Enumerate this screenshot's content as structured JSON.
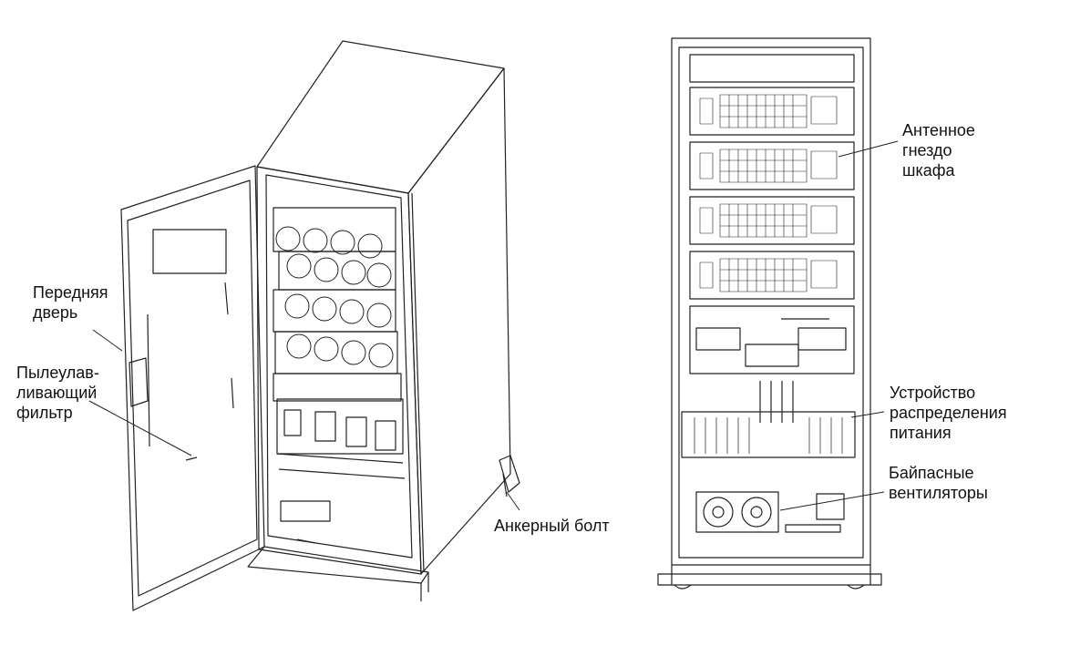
{
  "labels": {
    "front_door": [
      "Передняя",
      "дверь"
    ],
    "dust_filter": [
      "Пылеулав-",
      "ливающий",
      "фильтр"
    ],
    "anchor_bolt": [
      "Анкерный болт"
    ],
    "cabinet_socket": [
      "Антенное",
      "гнездо",
      "шкафа"
    ],
    "power_distribution": [
      "Устройство",
      "распределения",
      "питания"
    ],
    "bypass_fans": [
      "Байпасные",
      "вентиляторы"
    ]
  },
  "colors": {
    "line": "#222222",
    "background": "#ffffff",
    "text": "#111111"
  }
}
